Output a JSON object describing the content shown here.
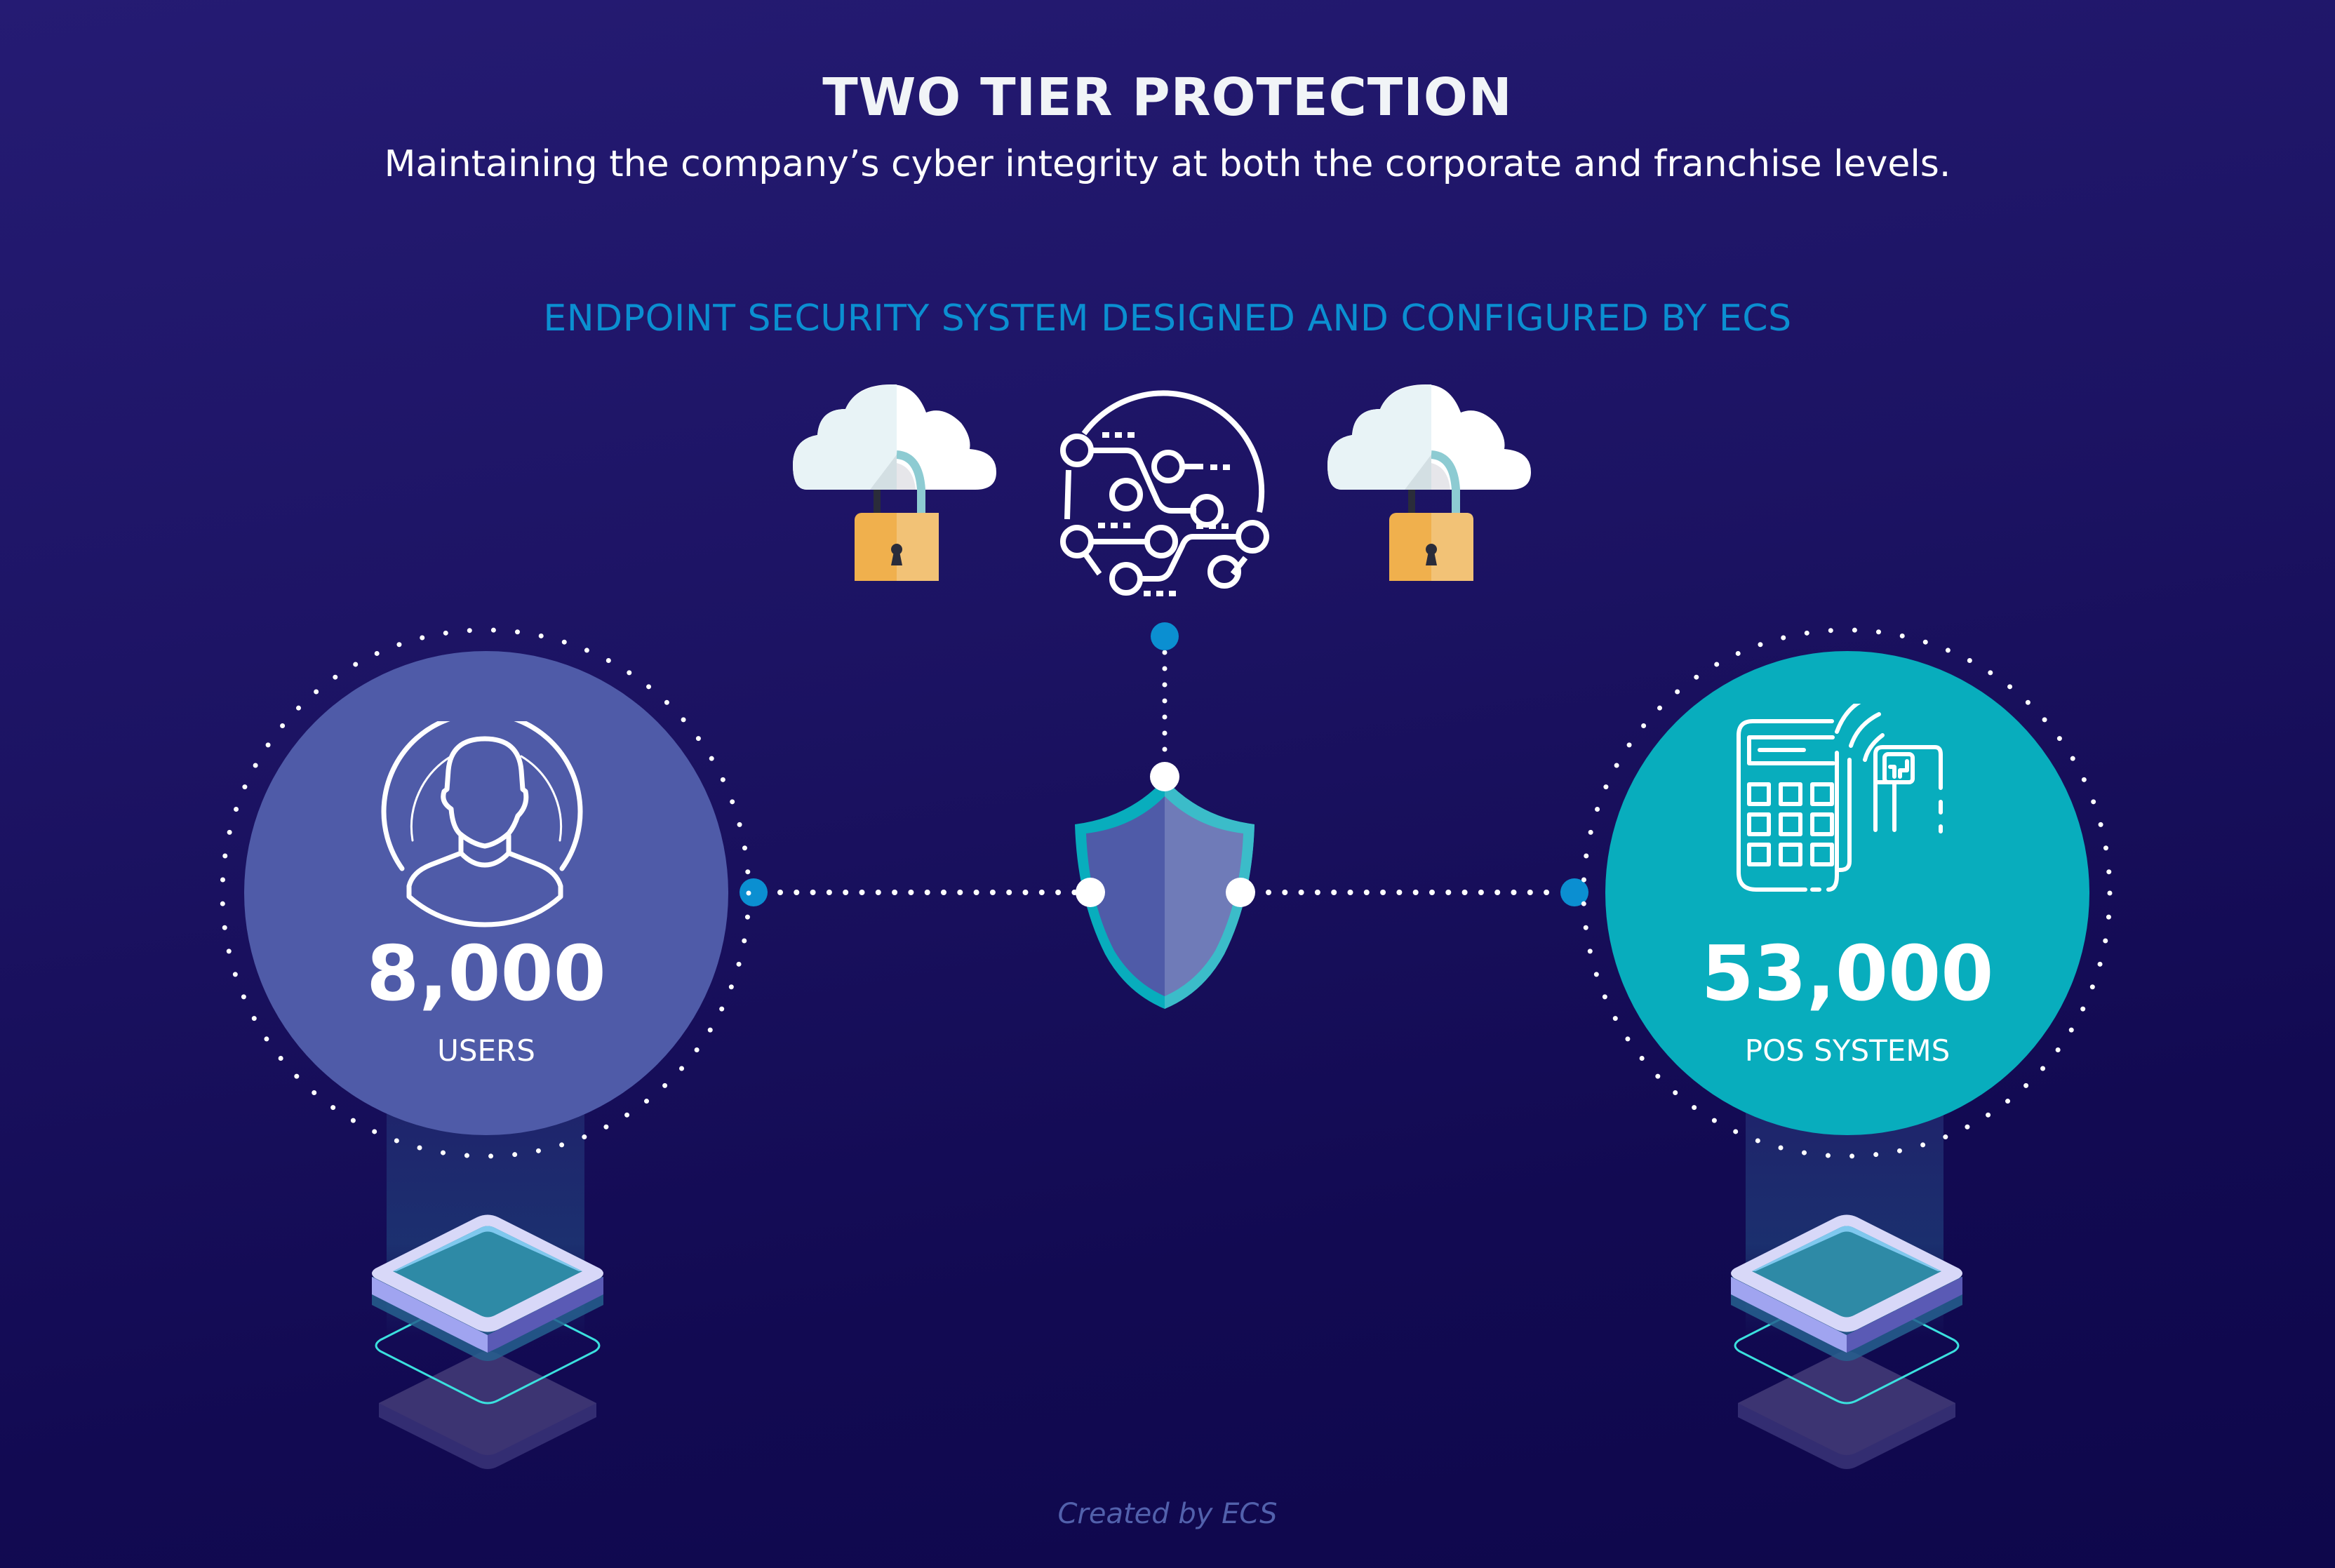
{
  "header": {
    "title": "TWO TIER PROTECTION",
    "subtitle": "Maintaining the company’s cyber integrity at both the corporate and franchise levels."
  },
  "section": {
    "heading": "ENDPOINT SECURITY SYSTEM DESIGNED AND CONFIGURED BY ECS"
  },
  "top_icons": [
    {
      "name": "cloud-lock-icon"
    },
    {
      "name": "circuit-icon"
    },
    {
      "name": "cloud-lock-icon"
    }
  ],
  "center": {
    "icon": "shield-icon"
  },
  "stats": [
    {
      "value": "8,000",
      "label": "USERS",
      "icon": "user-icon",
      "color": "#4f5ba8"
    },
    {
      "value": "53,000",
      "label": "POS SYSTEMS",
      "icon": "pos-terminal-icon",
      "color": "#08adbd"
    }
  ],
  "colors": {
    "background_top": "#251b73",
    "background_bottom": "#0e074b",
    "accent_blue": "#0b8fd1",
    "teal": "#08adbd",
    "indigo": "#4f5ba8",
    "lock_gold": "#f0b04d",
    "footer_text": "#5261ac"
  },
  "footer": {
    "credit": "Created by ECS"
  }
}
